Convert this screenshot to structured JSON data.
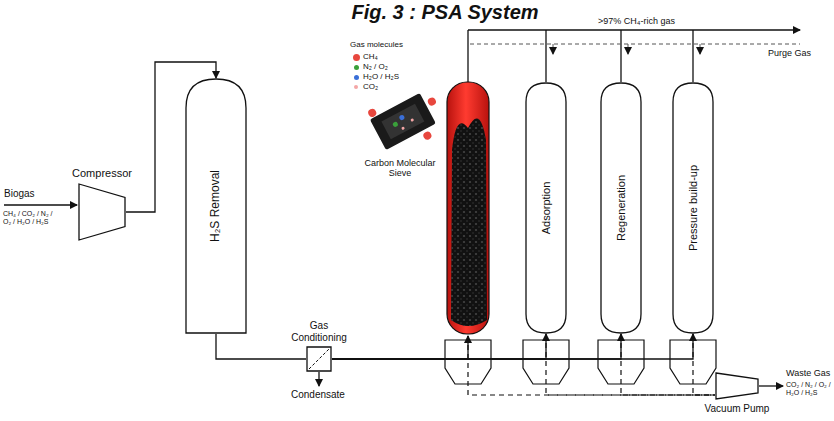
{
  "diagram": {
    "title": "Fig. 3 : PSA System",
    "nodes": [
      {
        "text": [
          "Compressor"
        ]
      },
      {
        "text": [
          "H₂S Removal"
        ]
      },
      {
        "text": [
          "Gas Conditioning"
        ]
      },
      {
        "text": [
          "Adsorption"
        ]
      },
      {
        "text": [
          "Regeneration"
        ]
      },
      {
        "text": [
          "Pressure build-up"
        ]
      },
      {
        "text": [
          "Vacuum Pump"
        ]
      }
    ],
    "edges": [
      {
        "from": 0,
        "to": 1,
        "arrow": "to"
      },
      {
        "from": 1,
        "to": 2,
        "arrow": "none"
      },
      {
        "from": 2,
        "to": 3,
        "arrow": "to"
      },
      {
        "from": 2,
        "to": 4,
        "arrow": "to"
      },
      {
        "from": 2,
        "to": 5,
        "arrow": "to"
      },
      {
        "from": 3,
        "to": 6,
        "arrow": "none"
      },
      {
        "from": 4,
        "to": 6,
        "arrow": "none"
      },
      {
        "from": 5,
        "to": 6,
        "arrow": "none"
      }
    ],
    "labels": [
      "Biogas",
      "CH₄ / CO₂ / N₂ / O₂ / H₂O / H₂S",
      "Condensate",
      ">97% CH₄-rich gas",
      "Purge Gas",
      "Gas molecules",
      "Carbon Molecular Sieve",
      "Waste Gas",
      "CO₂ / N₂ / O₂ / H₂O / H₂S"
    ],
    "legend": [
      {
        "text": "CH₄",
        "color": "#e8473e"
      },
      {
        "text": "N₂ / O₂",
        "color": "#3aa03a"
      },
      {
        "text": "H₂O / H₂S",
        "color": "#3a6fd8"
      },
      {
        "text": "CO₂",
        "color": "#f4a6a6"
      }
    ]
  }
}
